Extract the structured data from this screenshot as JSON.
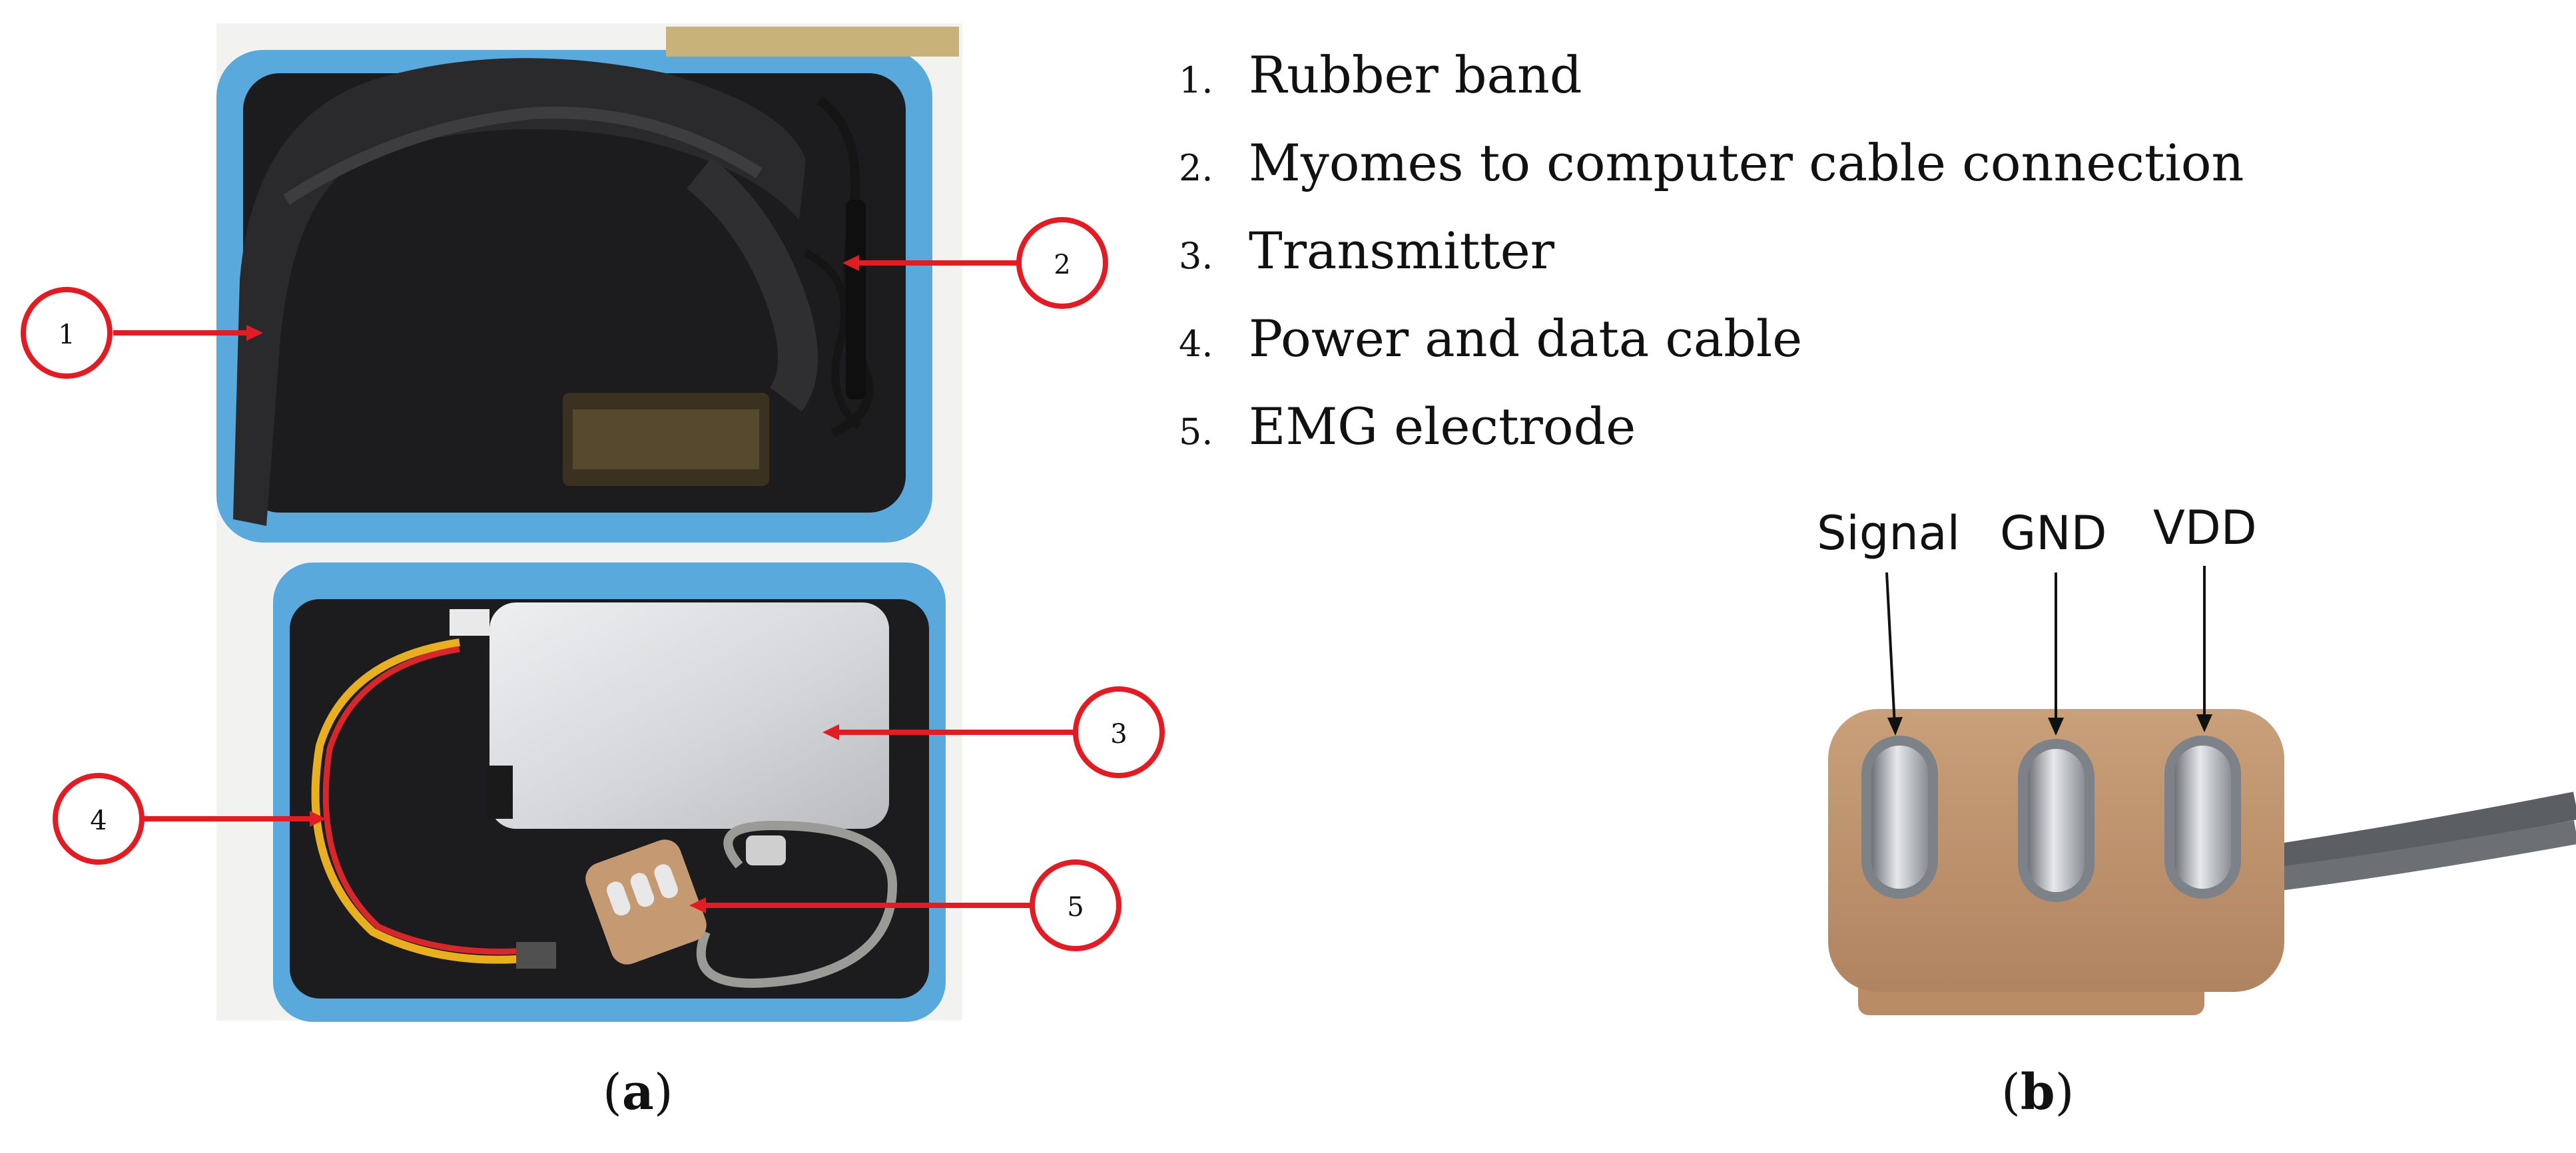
{
  "legend": {
    "items": [
      {
        "num": "1.",
        "text": "Rubber band"
      },
      {
        "num": "2.",
        "text": "Myomes to computer cable connection"
      },
      {
        "num": "3.",
        "text": "Transmitter"
      },
      {
        "num": "4.",
        "text": "Power and data cable"
      },
      {
        "num": "5.",
        "text": "EMG electrode"
      }
    ]
  },
  "panel_a": {
    "callouts": [
      "1",
      "2",
      "3",
      "4",
      "5"
    ],
    "label_prefix": "(",
    "label_letter": "a",
    "label_suffix": ")"
  },
  "panel_b": {
    "pins": [
      "Signal",
      "GND",
      "VDD"
    ],
    "label_prefix": "(",
    "label_letter": "b",
    "label_suffix": ")"
  },
  "colors": {
    "callout": "#e31b23",
    "case_blue": "#5aa9dc",
    "foam": "#1c1c1e",
    "transmitter": "#d9dadc",
    "electrode_body": "#c59a73"
  }
}
